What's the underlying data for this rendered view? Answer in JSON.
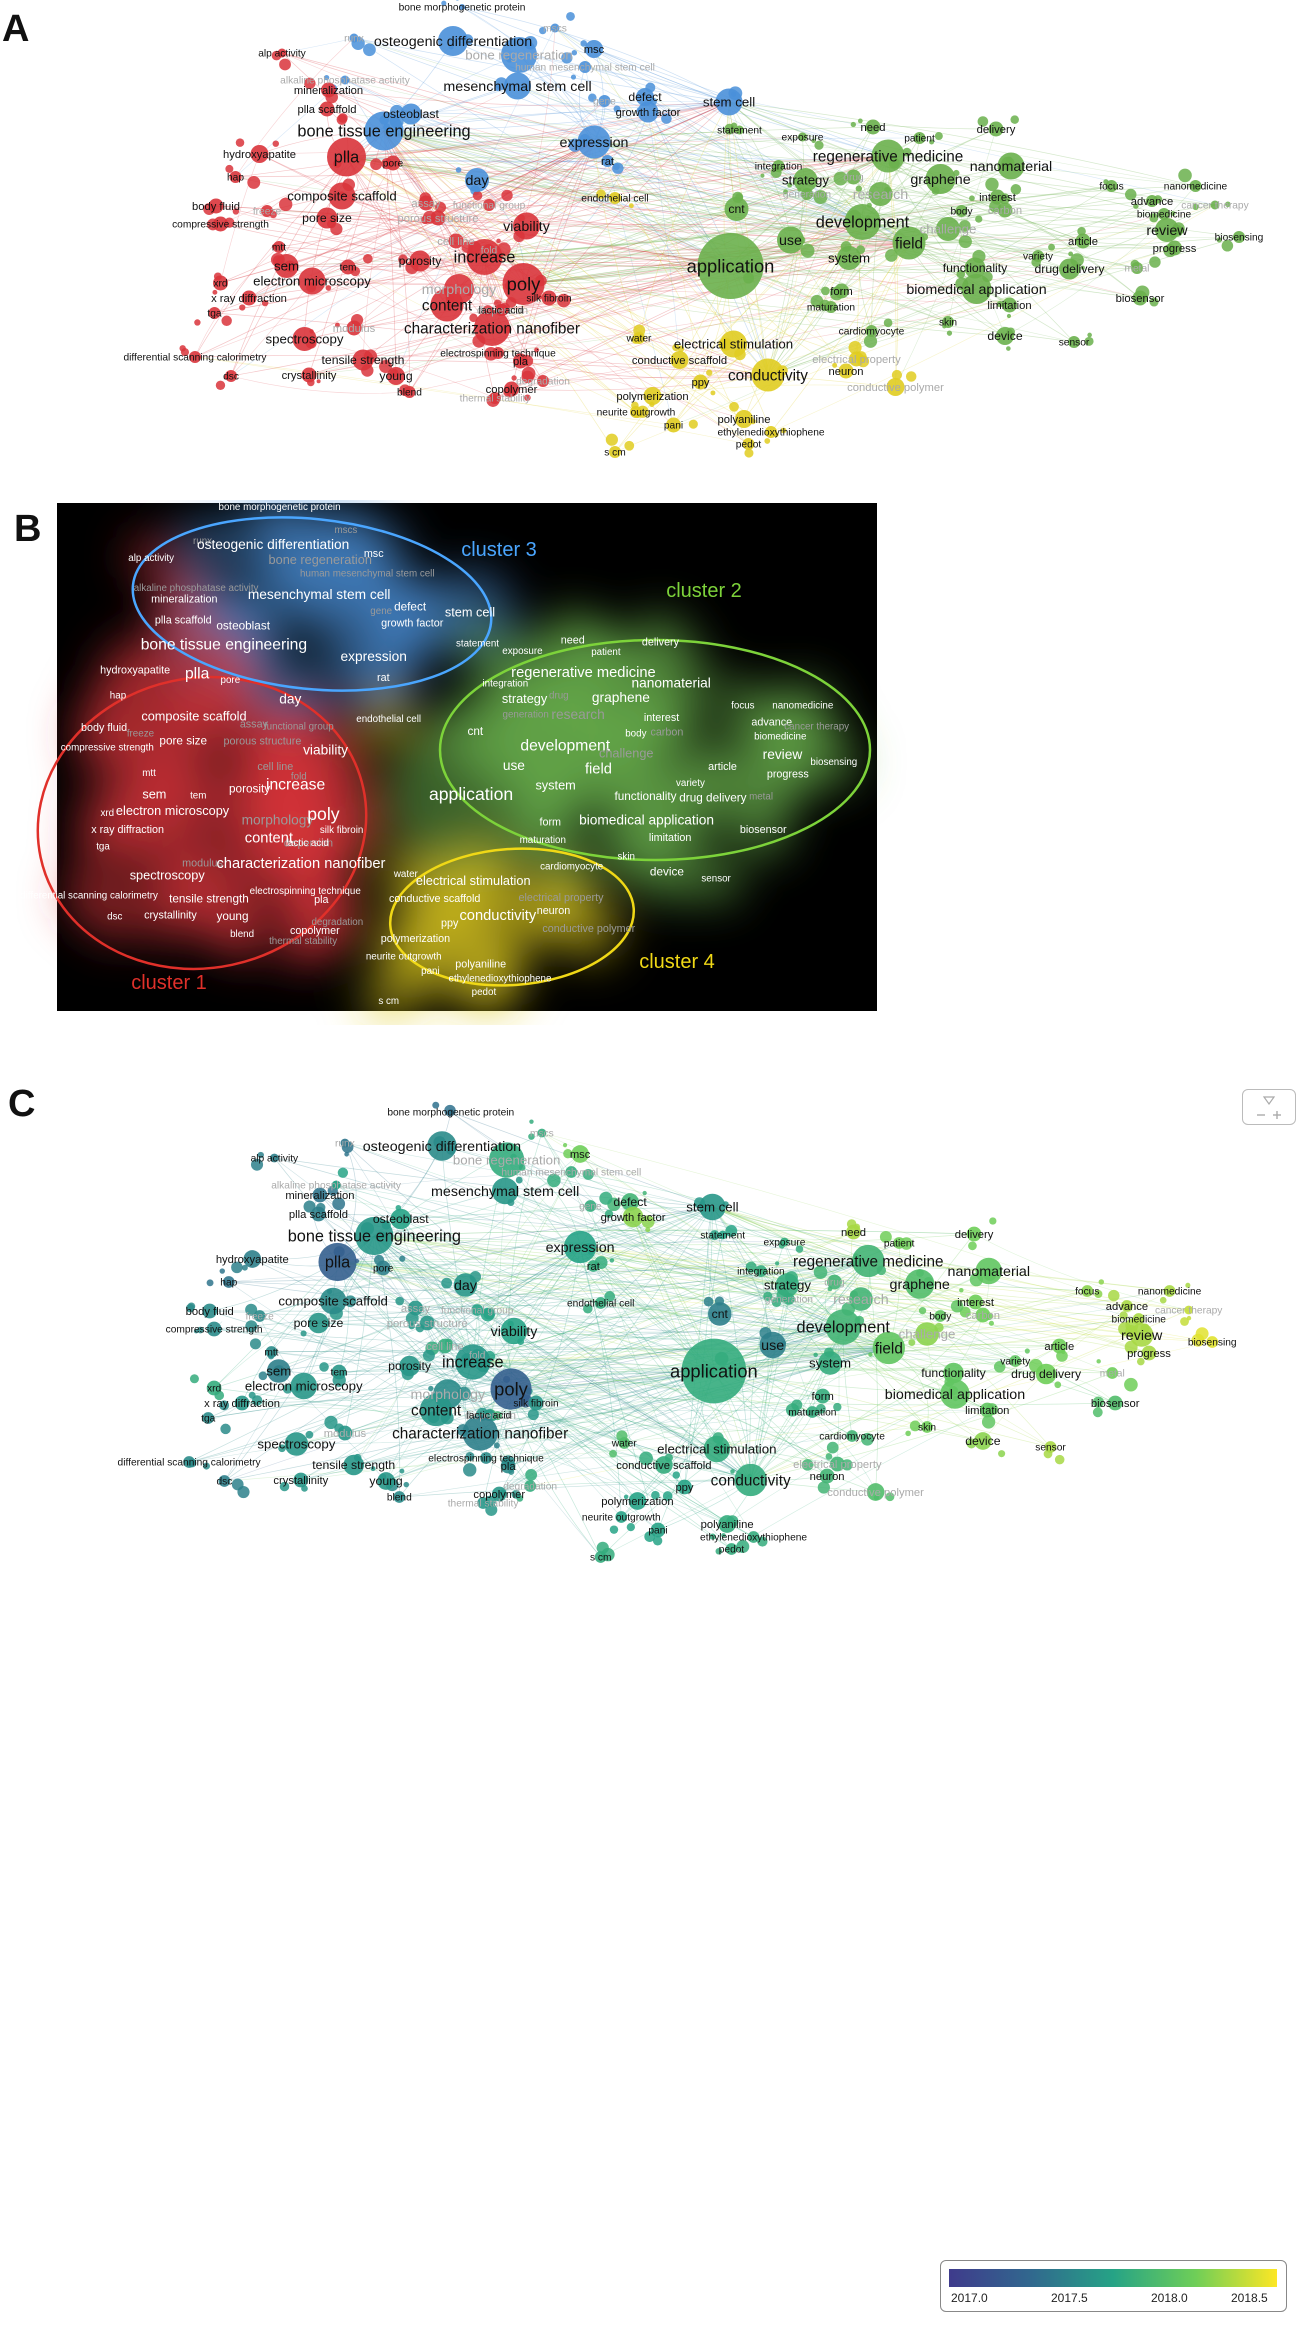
{
  "panels": [
    {
      "letter": "A"
    },
    {
      "letter": "B"
    },
    {
      "letter": "C"
    }
  ],
  "colors": {
    "cluster1": "#d9343b",
    "cluster2": "#6ab04c",
    "cluster3": "#4a90d9",
    "cluster4": "#e0cc20",
    "density_bg": "#000000"
  },
  "cluster_labels": [
    {
      "text": "cluster 1",
      "color": "#e0302a"
    },
    {
      "text": "cluster 2",
      "color": "#7dd33a"
    },
    {
      "text": "cluster 3",
      "color": "#4aa6ff"
    },
    {
      "text": "cluster 4",
      "color": "#f0d816"
    }
  ],
  "legend": {
    "ticks": [
      "2017.0",
      "2017.5",
      "2018.0",
      "2018.5"
    ],
    "gradient": [
      "#3f3b8c",
      "#31688e",
      "#26a386",
      "#6ece58",
      "#fde725"
    ]
  },
  "terms": [
    {
      "t": "bone morphogenetic protein",
      "c": 3,
      "w": 0.29
    },
    {
      "t": "mscs",
      "c": 3,
      "w": 0.55
    },
    {
      "t": "runx",
      "c": 3,
      "w": 0.3
    },
    {
      "t": "osteogenic differentiation",
      "c": 3,
      "w": 0.4
    },
    {
      "t": "msc",
      "c": 3,
      "w": 0.75
    },
    {
      "t": "alp activity",
      "c": 1,
      "w": 0.35
    },
    {
      "t": "bone regeneration",
      "c": 3,
      "w": 0.55
    },
    {
      "t": "human mesenchymal stem cell",
      "c": 3,
      "w": 0.55
    },
    {
      "t": "alkaline phosphatase activity",
      "c": 3,
      "w": 0.5
    },
    {
      "t": "mineralization",
      "c": 1,
      "w": 0.3
    },
    {
      "t": "mesenchymal stem cell",
      "c": 3,
      "w": 0.45
    },
    {
      "t": "defect",
      "c": 3,
      "w": 0.6
    },
    {
      "t": "gene",
      "c": 3,
      "w": 0.55
    },
    {
      "t": "plla scaffold",
      "c": 1,
      "w": 0.35
    },
    {
      "t": "osteoblast",
      "c": 3,
      "w": 0.5
    },
    {
      "t": "growth factor",
      "c": 3,
      "w": 0.8
    },
    {
      "t": "stem cell",
      "c": 3,
      "w": 0.45
    },
    {
      "t": "bone tissue engineering",
      "c": 3,
      "w": 0.45
    },
    {
      "t": "expression",
      "c": 3,
      "w": 0.5
    },
    {
      "t": "statement",
      "c": 2,
      "w": 0.5
    },
    {
      "t": "exposure",
      "c": 2,
      "w": 0.55
    },
    {
      "t": "need",
      "c": 2,
      "w": 0.85
    },
    {
      "t": "patient",
      "c": 2,
      "w": 0.75
    },
    {
      "t": "delivery",
      "c": 2,
      "w": 0.75
    },
    {
      "t": "hydroxyapatite",
      "c": 1,
      "w": 0.35
    },
    {
      "t": "plla",
      "c": 1,
      "w": 0.2
    },
    {
      "t": "pore",
      "c": 1,
      "w": 0.35
    },
    {
      "t": "rat",
      "c": 3,
      "w": 0.55
    },
    {
      "t": "regenerative medicine",
      "c": 2,
      "w": 0.6
    },
    {
      "t": "integration",
      "c": 2,
      "w": 0.55
    },
    {
      "t": "nanomaterial",
      "c": 2,
      "w": 0.7
    },
    {
      "t": "hap",
      "c": 1,
      "w": 0.3
    },
    {
      "t": "day",
      "c": 3,
      "w": 0.45
    },
    {
      "t": "strategy",
      "c": 2,
      "w": 0.55
    },
    {
      "t": "drug",
      "c": 2,
      "w": 0.6
    },
    {
      "t": "graphene",
      "c": 2,
      "w": 0.65
    },
    {
      "t": "composite scaffold",
      "c": 1,
      "w": 0.4
    },
    {
      "t": "generation",
      "c": 2,
      "w": 0.55
    },
    {
      "t": "research",
      "c": 2,
      "w": 0.6
    },
    {
      "t": "endothelial cell",
      "c": 4,
      "w": 0.55
    },
    {
      "t": "interest",
      "c": 2,
      "w": 0.75
    },
    {
      "t": "focus",
      "c": 2,
      "w": 0.8
    },
    {
      "t": "nanomedicine",
      "c": 2,
      "w": 0.85
    },
    {
      "t": "body fluid",
      "c": 1,
      "w": 0.4
    },
    {
      "t": "freeze",
      "c": 1,
      "w": 0.4
    },
    {
      "t": "assay",
      "c": 1,
      "w": 0.45
    },
    {
      "t": "functional group",
      "c": 1,
      "w": 0.5
    },
    {
      "t": "carbon",
      "c": 2,
      "w": 0.75
    },
    {
      "t": "advance",
      "c": 2,
      "w": 0.85
    },
    {
      "t": "cancer therapy",
      "c": 2,
      "w": 0.9
    },
    {
      "t": "body",
      "c": 2,
      "w": 0.7
    },
    {
      "t": "biomedicine",
      "c": 2,
      "w": 0.85
    },
    {
      "t": "pore size",
      "c": 1,
      "w": 0.45
    },
    {
      "t": "porous structure",
      "c": 1,
      "w": 0.45
    },
    {
      "t": "compressive strength",
      "c": 1,
      "w": 0.4
    },
    {
      "t": "viability",
      "c": 1,
      "w": 0.5
    },
    {
      "t": "cnt",
      "c": 2,
      "w": 0.35
    },
    {
      "t": "development",
      "c": 2,
      "w": 0.6
    },
    {
      "t": "challenge",
      "c": 2,
      "w": 0.8
    },
    {
      "t": "review",
      "c": 2,
      "w": 0.85
    },
    {
      "t": "article",
      "c": 2,
      "w": 0.75
    },
    {
      "t": "mtt",
      "c": 1,
      "w": 0.4
    },
    {
      "t": "cell line",
      "c": 1,
      "w": 0.55
    },
    {
      "t": "biosensing",
      "c": 2,
      "w": 0.95
    },
    {
      "t": "use",
      "c": 2,
      "w": 0.35
    },
    {
      "t": "field",
      "c": 2,
      "w": 0.7
    },
    {
      "t": "fold",
      "c": 1,
      "w": 0.5
    },
    {
      "t": "porosity",
      "c": 1,
      "w": 0.45
    },
    {
      "t": "increase",
      "c": 1,
      "w": 0.45
    },
    {
      "t": "progress",
      "c": 2,
      "w": 0.85
    },
    {
      "t": "sem",
      "c": 1,
      "w": 0.35
    },
    {
      "t": "tem",
      "c": 1,
      "w": 0.45
    },
    {
      "t": "application",
      "c": 2,
      "w": 0.55
    },
    {
      "t": "system",
      "c": 2,
      "w": 0.55
    },
    {
      "t": "variety",
      "c": 2,
      "w": 0.7
    },
    {
      "t": "xrd",
      "c": 1,
      "w": 0.55
    },
    {
      "t": "electron microscopy",
      "c": 1,
      "w": 0.45
    },
    {
      "t": "functionality",
      "c": 2,
      "w": 0.7
    },
    {
      "t": "drug delivery",
      "c": 2,
      "w": 0.75
    },
    {
      "t": "metal",
      "c": 2,
      "w": 0.75
    },
    {
      "t": "morphology",
      "c": 1,
      "w": 0.4
    },
    {
      "t": "poly",
      "c": 1,
      "w": 0.2
    },
    {
      "t": "x ray diffraction",
      "c": 1,
      "w": 0.45
    },
    {
      "t": "silk fibroin",
      "c": 1,
      "w": 0.45
    },
    {
      "t": "form",
      "c": 2,
      "w": 0.55
    },
    {
      "t": "biomedical application",
      "c": 2,
      "w": 0.7
    },
    {
      "t": "dispersion",
      "c": 1,
      "w": 0.6
    },
    {
      "t": "content",
      "c": 1,
      "w": 0.45
    },
    {
      "t": "biosensor",
      "c": 2,
      "w": 0.65
    },
    {
      "t": "tga",
      "c": 1,
      "w": 0.4
    },
    {
      "t": "lactic acid",
      "c": 1,
      "w": 0.45
    },
    {
      "t": "limitation",
      "c": 2,
      "w": 0.7
    },
    {
      "t": "maturation",
      "c": 2,
      "w": 0.55
    },
    {
      "t": "modulus",
      "c": 1,
      "w": 0.45
    },
    {
      "t": "characterization nanofiber",
      "c": 1,
      "w": 0.35
    },
    {
      "t": "skin",
      "c": 2,
      "w": 0.75
    },
    {
      "t": "cardiomyocyte",
      "c": 2,
      "w": 0.6
    },
    {
      "t": "water",
      "c": 4,
      "w": 0.65
    },
    {
      "t": "device",
      "c": 2,
      "w": 0.8
    },
    {
      "t": "electrical stimulation",
      "c": 4,
      "w": 0.55
    },
    {
      "t": "sensor",
      "c": 2,
      "w": 0.85
    },
    {
      "t": "spectroscopy",
      "c": 1,
      "w": 0.45
    },
    {
      "t": "electrospinning technique",
      "c": 1,
      "w": 0.4
    },
    {
      "t": "differential scanning calorimetry",
      "c": 1,
      "w": 0.4
    },
    {
      "t": "tensile strength",
      "c": 1,
      "w": 0.45
    },
    {
      "t": "pla",
      "c": 1,
      "w": 0.4
    },
    {
      "t": "conductive scaffold",
      "c": 4,
      "w": 0.55
    },
    {
      "t": "electrical property",
      "c": 4,
      "w": 0.6
    },
    {
      "t": "dsc",
      "c": 1,
      "w": 0.35
    },
    {
      "t": "crystallinity",
      "c": 1,
      "w": 0.45
    },
    {
      "t": "young",
      "c": 1,
      "w": 0.45
    },
    {
      "t": "ppy",
      "c": 4,
      "w": 0.5
    },
    {
      "t": "conductivity",
      "c": 4,
      "w": 0.55
    },
    {
      "t": "neuron",
      "c": 4,
      "w": 0.6
    },
    {
      "t": "degradation",
      "c": 1,
      "w": 0.55
    },
    {
      "t": "copolymer",
      "c": 1,
      "w": 0.45
    },
    {
      "t": "conductive polymer",
      "c": 4,
      "w": 0.65
    },
    {
      "t": "blend",
      "c": 1,
      "w": 0.4
    },
    {
      "t": "thermal stability",
      "c": 1,
      "w": 0.45
    },
    {
      "t": "polymerization",
      "c": 4,
      "w": 0.5
    },
    {
      "t": "neurite outgrowth",
      "c": 4,
      "w": 0.5
    },
    {
      "t": "polyaniline",
      "c": 4,
      "w": 0.55
    },
    {
      "t": "pani",
      "c": 4,
      "w": 0.5
    },
    {
      "t": "ethylenedioxythiophene",
      "c": 4,
      "w": 0.55
    },
    {
      "t": "pedot",
      "c": 4,
      "w": 0.55
    },
    {
      "t": "s cm",
      "c": 4,
      "w": 0.55
    }
  ]
}
